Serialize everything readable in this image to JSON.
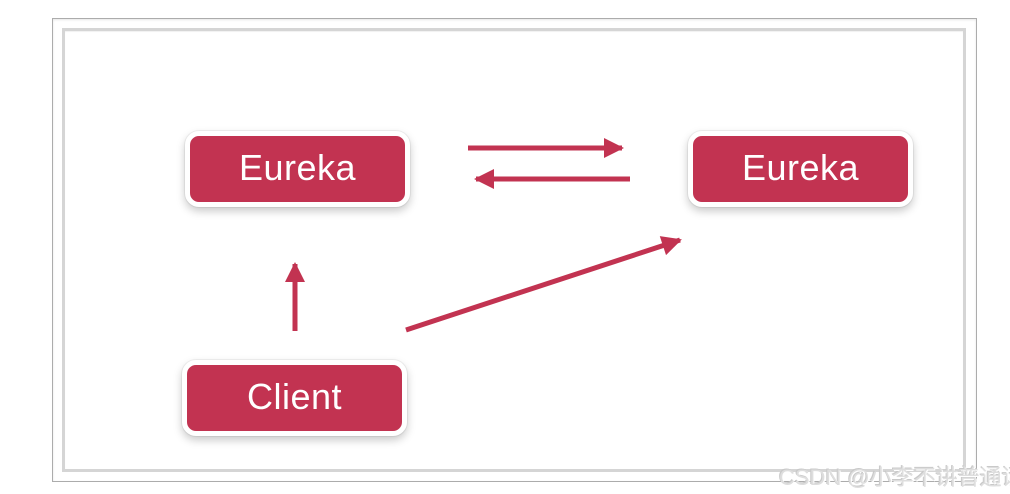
{
  "diagram": {
    "nodes": [
      {
        "id": "eureka-left",
        "label": "Eureka"
      },
      {
        "id": "eureka-right",
        "label": "Eureka"
      },
      {
        "id": "client",
        "label": "Client"
      }
    ],
    "edges": [
      {
        "from": "eureka-left",
        "to": "eureka-right",
        "style": "straight-horizontal"
      },
      {
        "from": "eureka-right",
        "to": "eureka-left",
        "style": "straight-horizontal"
      },
      {
        "from": "client",
        "to": "eureka-left",
        "style": "straight-vertical"
      },
      {
        "from": "client",
        "to": "eureka-right",
        "style": "diagonal"
      }
    ],
    "colors": {
      "node_fill": "#c23351",
      "node_border": "#ffffff",
      "node_text": "#ffffff",
      "arrow": "#c23351",
      "frame_outer": "#acacac",
      "frame_inner": "#d5d5d5",
      "background": "#ffffff",
      "watermark": "#dedede"
    }
  },
  "watermark": {
    "text": "CSDN @小李不讲普通话"
  }
}
